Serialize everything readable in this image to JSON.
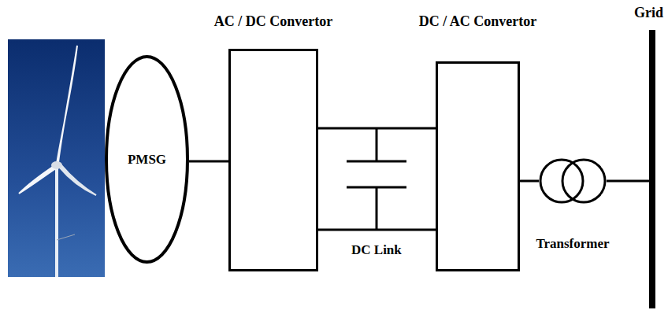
{
  "diagram": {
    "nodes": [
      {
        "text": [
          "PMSG"
        ]
      },
      {
        "text": [
          "AC / DC Convertor"
        ]
      },
      {
        "text": [
          "DC / AC Convertor"
        ]
      },
      {
        "text": [
          "Transformer"
        ]
      },
      {
        "text": [
          "Grid"
        ]
      }
    ],
    "edges": [
      {
        "from": 0,
        "to": 1,
        "arrow": "none"
      },
      {
        "from": 1,
        "to": 2,
        "arrow": "none"
      },
      {
        "from": 1,
        "to": 2,
        "arrow": "none"
      },
      {
        "from": 2,
        "to": 3,
        "arrow": "none"
      },
      {
        "from": 3,
        "to": 4,
        "arrow": "none"
      }
    ],
    "labels": [
      "DC Link"
    ]
  }
}
